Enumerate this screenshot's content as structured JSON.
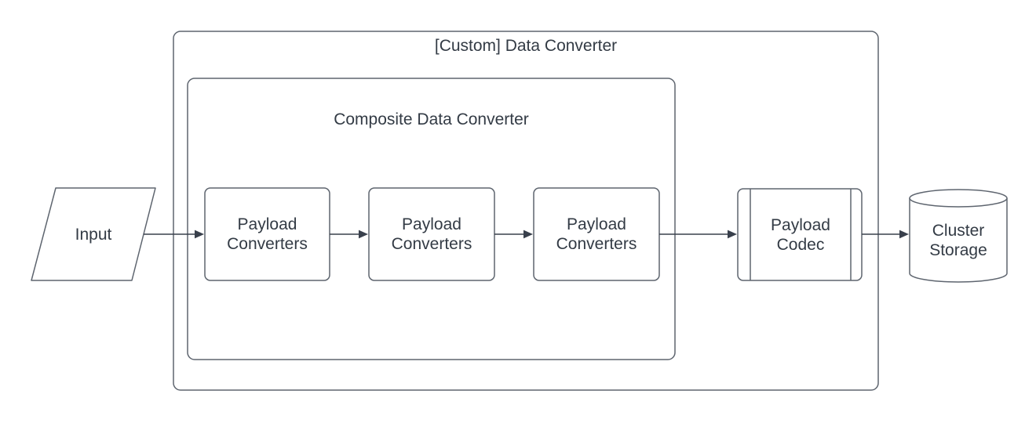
{
  "diagram": {
    "containers": {
      "outer": {
        "title": "[Custom] Data Converter"
      },
      "inner": {
        "title": "Composite Data Converter"
      }
    },
    "nodes": {
      "input": {
        "label": "Input",
        "shape": "parallelogram"
      },
      "converter1": {
        "label": "Payload Converters",
        "shape": "rounded-rect"
      },
      "converter2": {
        "label": "Payload Converters",
        "shape": "rounded-rect"
      },
      "converter3": {
        "label": "Payload Converters",
        "shape": "rounded-rect"
      },
      "codec": {
        "label": "Payload Codec",
        "shape": "predefined-process"
      },
      "storage": {
        "label": "Cluster Storage",
        "shape": "cylinder"
      }
    },
    "edges": [
      {
        "from": "input",
        "to": "converter1"
      },
      {
        "from": "converter1",
        "to": "converter2"
      },
      {
        "from": "converter2",
        "to": "converter3"
      },
      {
        "from": "converter3",
        "to": "codec"
      },
      {
        "from": "codec",
        "to": "storage"
      }
    ],
    "colors": {
      "background": "#ffffff",
      "shape_stroke": "#5e656f",
      "arrow": "#39404c",
      "text": "#333b45"
    }
  }
}
